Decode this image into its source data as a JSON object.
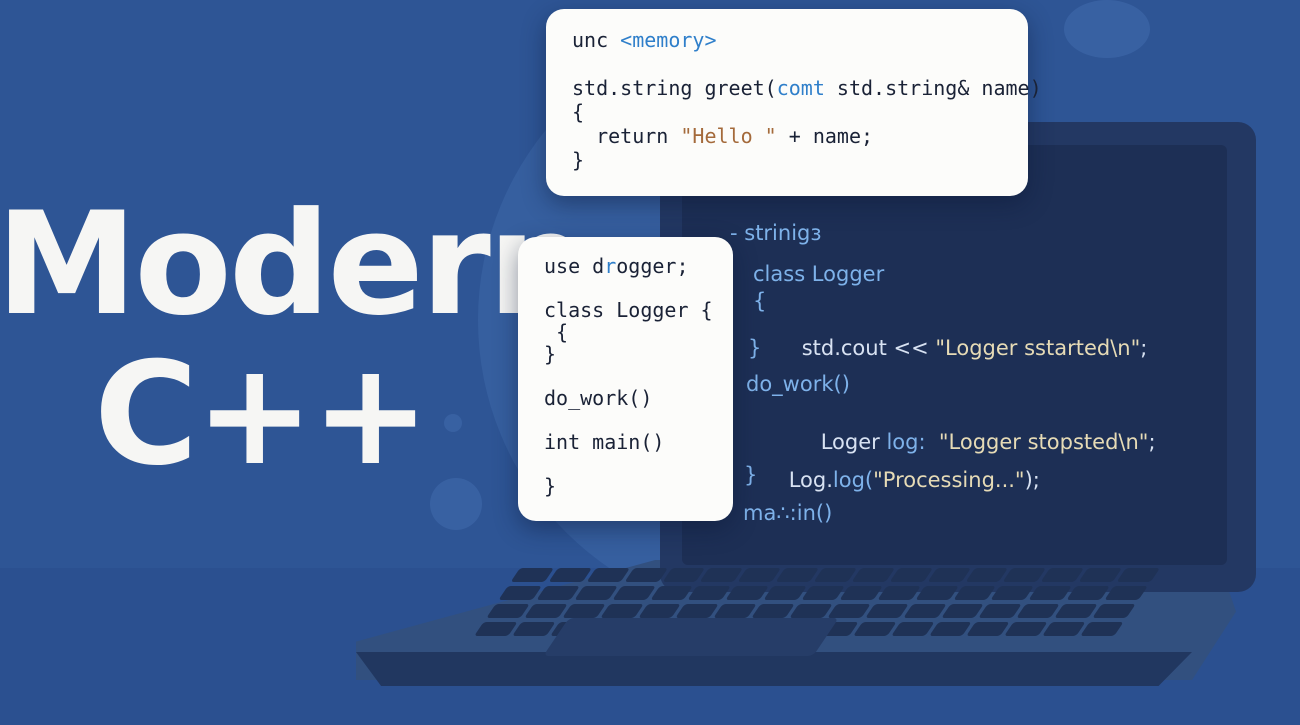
{
  "hero": {
    "line1": "Modern",
    "line2": "C++"
  },
  "card_top": {
    "l1_a": "unc ",
    "l1_b": "<memory>",
    "l3_a": "std.string greet(",
    "l3_b": "comt",
    "l3_c": " std.string& name)",
    "l4": "{",
    "l5_a": "  return ",
    "l5_b": "\"Hello \"",
    "l5_c": " + name;",
    "l6": "}"
  },
  "card_left": {
    "l1_a": "use d",
    "l1_b": "r",
    "l1_c": "ogger;",
    "l2": "class Logger {",
    "l3": " {",
    "l4": "}",
    "l5": "do_work()",
    "l6": "int main()",
    "l7": "}"
  },
  "screen_code": {
    "l1": "- strinigз",
    "l2": "class Logger",
    "l3": "{",
    "l4_a": "std.cout << ",
    "l4_b": "\"Logger sstarted\\n\"",
    "l4_c": ";",
    "l5": "}",
    "l6": "do_work()",
    "l7_a": "Loger",
    "l7_b": " log:  ",
    "l7_c": "\"Logger stopsted\\n\"",
    "l7_d": ";",
    "l8_a": "Log.",
    "l8_b": "log(",
    "l8_c": "\"Processing...\"",
    "l8_d": ");",
    "l9": "}",
    "l10": "ma∴:in()"
  },
  "colors": {
    "background": "#2e5595",
    "hero_text": "#f6f6f4",
    "card": "#fcfcfa",
    "screen": "#1d2f55",
    "screen_code": "#7eb2ea",
    "string": "#e6dbb6",
    "keyword": "#2f7fca"
  }
}
